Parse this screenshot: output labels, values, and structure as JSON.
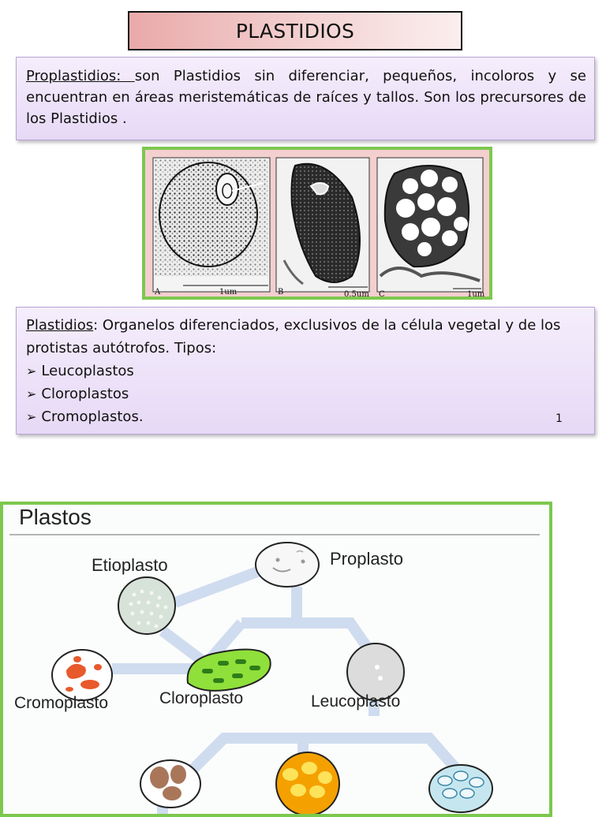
{
  "title": "PLASTIDIOS",
  "proplastidios": {
    "label": "Proplastidios: ",
    "text": " son Plastidios sin diferenciar, pequeños, incoloros y se encuentran en áreas meristemáticas de raíces y tallos. Son los precursores de los Plastidios ."
  },
  "micrographs": {
    "panels": [
      {
        "letter": "A",
        "scale": "1um"
      },
      {
        "letter": "B",
        "scale": "0.5um"
      },
      {
        "letter": "C",
        "scale": "1um"
      }
    ]
  },
  "plastidios": {
    "label": "Plastidios",
    "text": ": Organelos diferenciados, exclusivos de la célula vegetal y de los protistas autótrofos. Tipos:",
    "types": [
      "Leucoplastos",
      "Cloroplastos",
      "Cromoplastos."
    ],
    "page_number": "1"
  },
  "diagram": {
    "title": "Plastos",
    "labels": {
      "etioplasto": "Etioplasto",
      "proplasto": "Proplasto",
      "cromoplasto": "Cromoplasto",
      "cloroplasto": "Cloroplasto",
      "leucoplasto": "Leucoplasto"
    }
  }
}
